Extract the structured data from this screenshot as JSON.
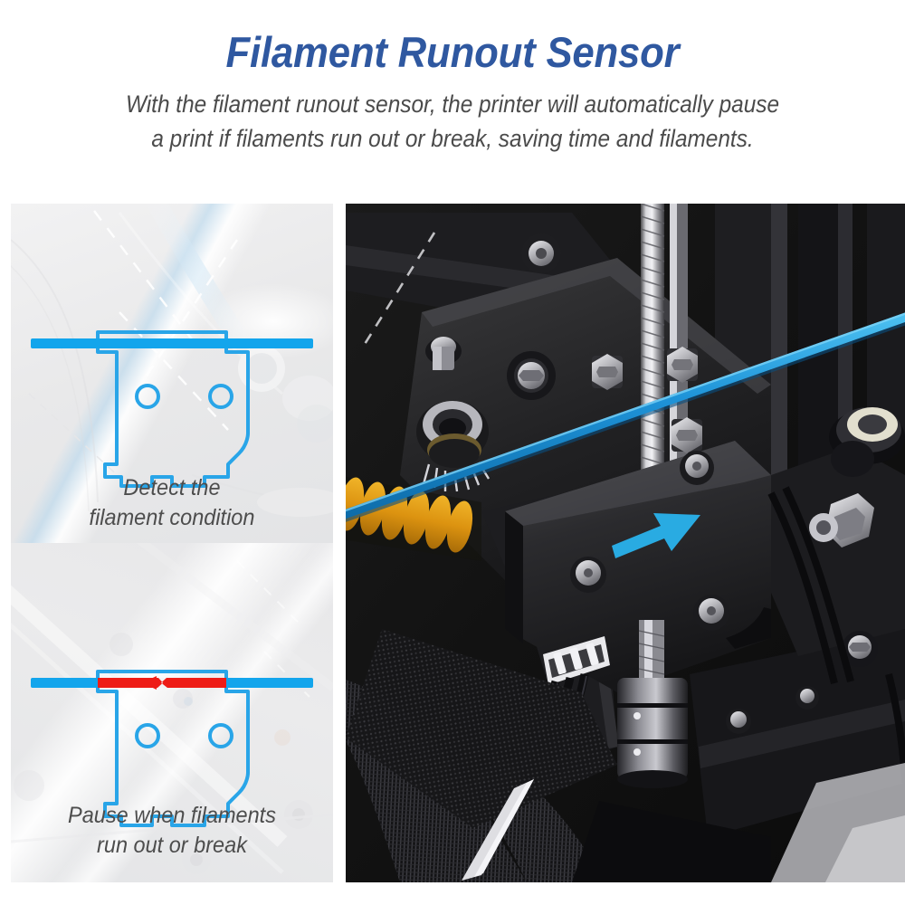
{
  "header": {
    "title": "Filament Runout Sensor",
    "subtitle_line_1": "With the filament runout sensor, the printer will automatically pause",
    "subtitle_line_2": "a print if filaments run out or break, saving time and filaments."
  },
  "colors": {
    "title_blue": "#2f58a0",
    "caption_gray": "#4d4d4d",
    "filament_blue": "#13a5ec",
    "outline_blue": "#29a5e8",
    "break_red": "#ee1c16",
    "arrow_cyan": "#29abe2",
    "photo_background": "#131313",
    "spring_orange": "#e8a317",
    "panel_background": "#eeeeef"
  },
  "diagrams": [
    {
      "id": "detect",
      "state": "normal",
      "caption_line_1": "Detect the",
      "caption_line_2": "filament condition",
      "filament_color": "#13a5ec",
      "has_break": false,
      "sensor_holes": 2
    },
    {
      "id": "pause",
      "state": "runout",
      "caption_line_1": "Pause when filaments",
      "caption_line_2": "run out or break",
      "filament_color": "#13a5ec",
      "break_color": "#ee1c16",
      "has_break": true,
      "sensor_holes": 2
    }
  ],
  "photo": {
    "alt": "Close-up photograph of a 3D printer extruder assembly with the filament runout sensor module",
    "parts": [
      "filament-runout-sensor-module",
      "blue-filament",
      "feed-direction-arrow",
      "lead-screw",
      "hex-bolts",
      "orange-spring",
      "extruder-gear",
      "white-3pin-connector",
      "shaft-coupler",
      "braided-cable-sleeve",
      "idler-pulley"
    ],
    "arrow_direction": "up-left",
    "arrow_label": "filament feed direction"
  }
}
